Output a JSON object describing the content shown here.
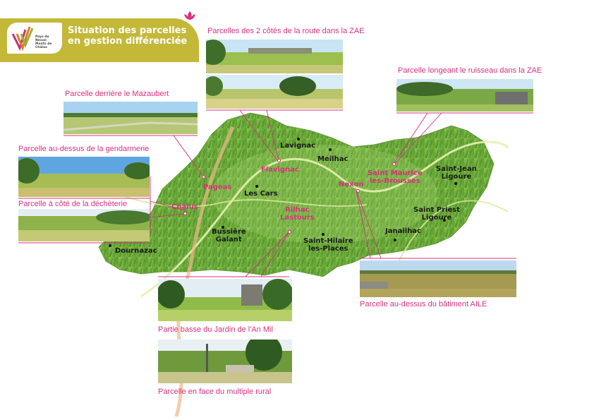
{
  "header": {
    "title_line1": "Situation des parcelles",
    "title_line2": "en gestion différenciée",
    "logo_line1": "Pays de Nexon",
    "logo_line2": "Monts de Châlus"
  },
  "colors": {
    "accent_pink": "#d8307f",
    "banner_olive": "#c4b838",
    "map_green": "#6cab3a"
  },
  "captions": {
    "zae_route": "Parcelles des 2 côtés de la route dans la ZAE",
    "ruisseau": "Parcelle longeant le ruisseau dans la ZAE",
    "mazaubert": "Parcelle derrière le Mazaubert",
    "gendarmerie": "Parcelle au-dessus de la gendarmerie",
    "decheterie": "Parcelle à côté de la déchèterie",
    "aile": "Parcelle au-dessus du bâtiment AILE",
    "an_mil": "Partie basse du Jardin de l'An Mil",
    "multiple_rural": "Parcelle en face du multiple rural"
  },
  "towns": {
    "lavignac": "Lavignac",
    "meilhac": "Meilhac",
    "flavignac": "Flavignac",
    "pageas": "Pageas",
    "les_cars": "Les Cars",
    "chalus": "Châlus",
    "rilhac_1": "Rilhac",
    "rilhac_2": "Lastours",
    "bussiere_1": "Bussière",
    "bussiere_2": "Galant",
    "dournazac": "Dournazac",
    "nexon": "Nexon",
    "st_maurice_1": "Saint Maurice",
    "st_maurice_2": "les-Brousses",
    "st_jean_1": "Saint-Jean",
    "st_jean_2": "Ligoure",
    "st_priest_1": "Saint Priest",
    "st_priest_2": "Ligoure",
    "janailhac": "Janailhac",
    "st_hilaire_1": "Saint-Hilaire",
    "st_hilaire_2": "les-Places"
  }
}
